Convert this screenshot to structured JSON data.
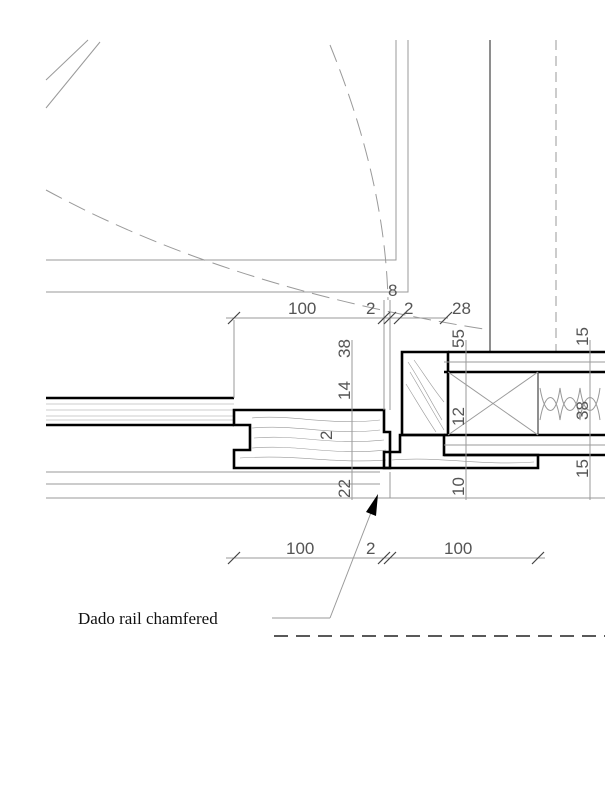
{
  "annotation": {
    "text": "Dado rail chamfered"
  },
  "dimensions": {
    "top_100": "100",
    "top_2a": "2",
    "top_8": "8",
    "top_2b": "2",
    "top_28": "28",
    "v_38_left": "38",
    "v_55": "55",
    "v_15_top": "15",
    "v_14": "14",
    "v_2": "2",
    "v_12": "12",
    "v_38_right": "38",
    "v_22": "22",
    "v_10": "10",
    "v_15_bottom": "15",
    "bottom_100_left": "100",
    "bottom_2": "2",
    "bottom_100_right": "100"
  }
}
